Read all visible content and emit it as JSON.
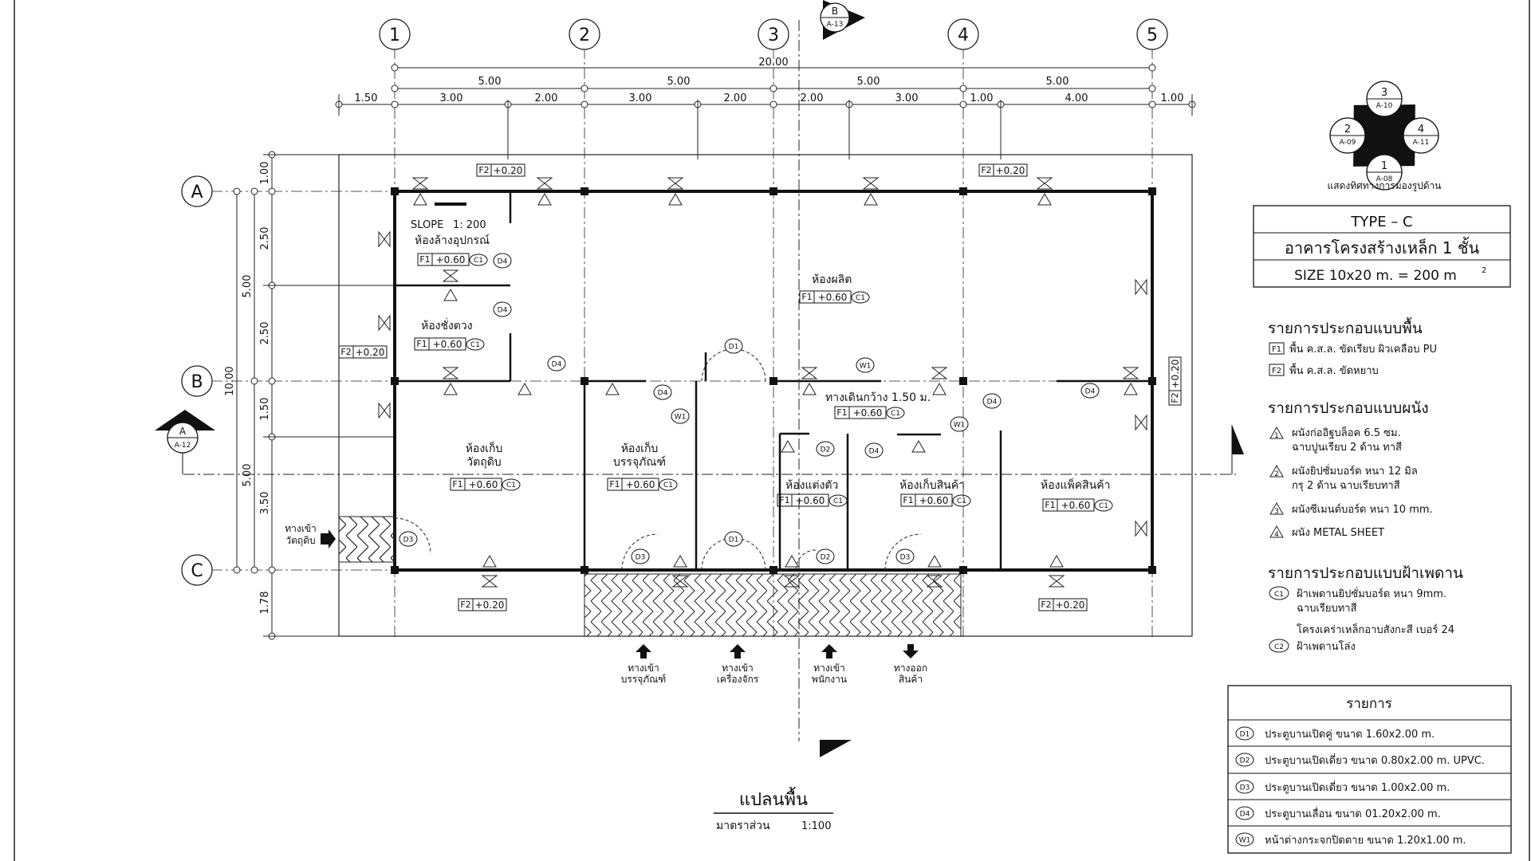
{
  "grid": {
    "columns": [
      "1",
      "2",
      "3",
      "4",
      "5"
    ],
    "rows": [
      "A",
      "B",
      "C"
    ]
  },
  "dimensions": {
    "overall": "20.00",
    "bays": [
      "5.00",
      "5.00",
      "5.00",
      "5.00"
    ],
    "sub": [
      "1.50",
      "3.00",
      "2.00",
      "3.00",
      "2.00",
      "2.00",
      "3.00",
      "1.00",
      "4.00",
      "1.00"
    ],
    "vertical_overall": "10.00",
    "vertical_bays": [
      "5.00",
      "5.00"
    ],
    "vertical_sub": [
      "1.00",
      "2.50",
      "2.50",
      "1.50",
      "3.50",
      "1.78"
    ]
  },
  "section_markers": {
    "b_top": {
      "letter": "B",
      "sheet": "A-13"
    },
    "a_left": {
      "letter": "A",
      "sheet": "A-12"
    }
  },
  "elevation_key": {
    "n": {
      "num": "3",
      "sheet": "A-10"
    },
    "w": {
      "num": "2",
      "sheet": "A-09"
    },
    "e": {
      "num": "4",
      "sheet": "A-11"
    },
    "s": {
      "num": "1",
      "sheet": "A-08"
    },
    "caption": "แสดงทิศทางการมองรูปด้าน"
  },
  "title_box": {
    "type": "TYPE – C",
    "name": "อาคารโครงสร้างเหล็ก 1 ชั้น",
    "size": "SIZE 10x20 m. = 200 m",
    "size_sup": "2"
  },
  "rooms": {
    "wash": "ห้องล้างอุปกรณ์",
    "weigh": "ห้องชั่งตวง",
    "raw": "ห้องเก็บ\nวัตถุดิบ",
    "pack": "ห้องเก็บ\nบรรจุภัณฑ์",
    "dress": "ห้องแต่งตัว",
    "goods": "ห้องเก็บสินค้า",
    "packing": "ห้องแพ็คสินค้า",
    "production": "ห้องผลิต",
    "corridor": "ทางเดินกว้าง 1.50 ม."
  },
  "floor_tags": {
    "f1": "F1",
    "f1_level": "+0.60",
    "f2": "F2",
    "f2_level": "+0.20",
    "c1": "C1"
  },
  "slope": {
    "label": "SLOPE",
    "ratio": "1: 200"
  },
  "entrances": {
    "raw": "ทางเข้า\nวัตถุดิบ",
    "pack": "ทางเข้า\nบรรจุภัณฑ์",
    "machine": "ทางเข้า\nเครื่องจักร",
    "staff": "ทางเข้า\nพนักงาน",
    "goods_out": "ทางออก\nสินค้า"
  },
  "door_tags": {
    "d1": "D1",
    "d2": "D2",
    "d3": "D3",
    "d4": "D4",
    "w1": "W1"
  },
  "wall_tag_nums": {
    "t1": "1",
    "t2": "2",
    "t3": "3",
    "t4": "4"
  },
  "legend_floor": {
    "heading": "รายการประกอบแบบพื้น",
    "items": [
      {
        "code": "F1",
        "text": "พื้น ค.ส.ล. ขัดเรียบ ผิวเคลือบ PU"
      },
      {
        "code": "F2",
        "text": "พื้น ค.ส.ล. ขัดหยาบ"
      }
    ]
  },
  "legend_wall": {
    "heading": "รายการประกอบแบบผนัง",
    "items": [
      {
        "code": "1",
        "text": "ผนังก่ออิฐบล็อค 6.5 ซม.",
        "text2": "ฉาบปูนเรียบ 2 ด้าน ทาสี"
      },
      {
        "code": "2",
        "text": "ผนังยิปซั่มบอร์ด หนา 12 มิล",
        "text2": "กรุ 2 ด้าน ฉาบเรียบทาสี"
      },
      {
        "code": "3",
        "text": "ผนังซีเมนต์บอร์ด หนา 10 mm.",
        "text2": ""
      },
      {
        "code": "4",
        "text": "ผนัง METAL SHEET",
        "text2": ""
      }
    ]
  },
  "legend_ceiling": {
    "heading": "รายการประกอบแบบฝ้าเพดาน",
    "items": [
      {
        "code": "C1",
        "lines": [
          "ฝ้าเพดานยิปซั่มบอร์ด หนา 9mm.",
          "ฉาบเรียบทาสี",
          "โครงเคร่าเหล็กอาบสังกะสี เบอร์ 24"
        ]
      },
      {
        "code": "C2",
        "lines": [
          "ฝ้าเพดานโล่ง"
        ]
      }
    ]
  },
  "schedule": {
    "heading": "รายการ",
    "rows": [
      {
        "code": "D1",
        "text": "ประตูบานเปิดคู่ ขนาด 1.60x2.00 m."
      },
      {
        "code": "D2",
        "text": "ประตูบานเปิดเดี่ยว ขนาด 0.80x2.00 m. UPVC."
      },
      {
        "code": "D3",
        "text": "ประตูบานเปิดเดี่ยว ขนาด 1.00x2.00 m."
      },
      {
        "code": "D4",
        "text": "ประตูบานเลื่อน ขนาด 01.20x2.00 m."
      },
      {
        "code": "W1",
        "text": "หน้าต่างกระจกปิดตาย ขนาด 1.20x1.00 m."
      }
    ]
  },
  "plan_title": {
    "title": "แปลนพื้น",
    "scale_label": "มาตราส่วน",
    "scale": "1:100"
  }
}
